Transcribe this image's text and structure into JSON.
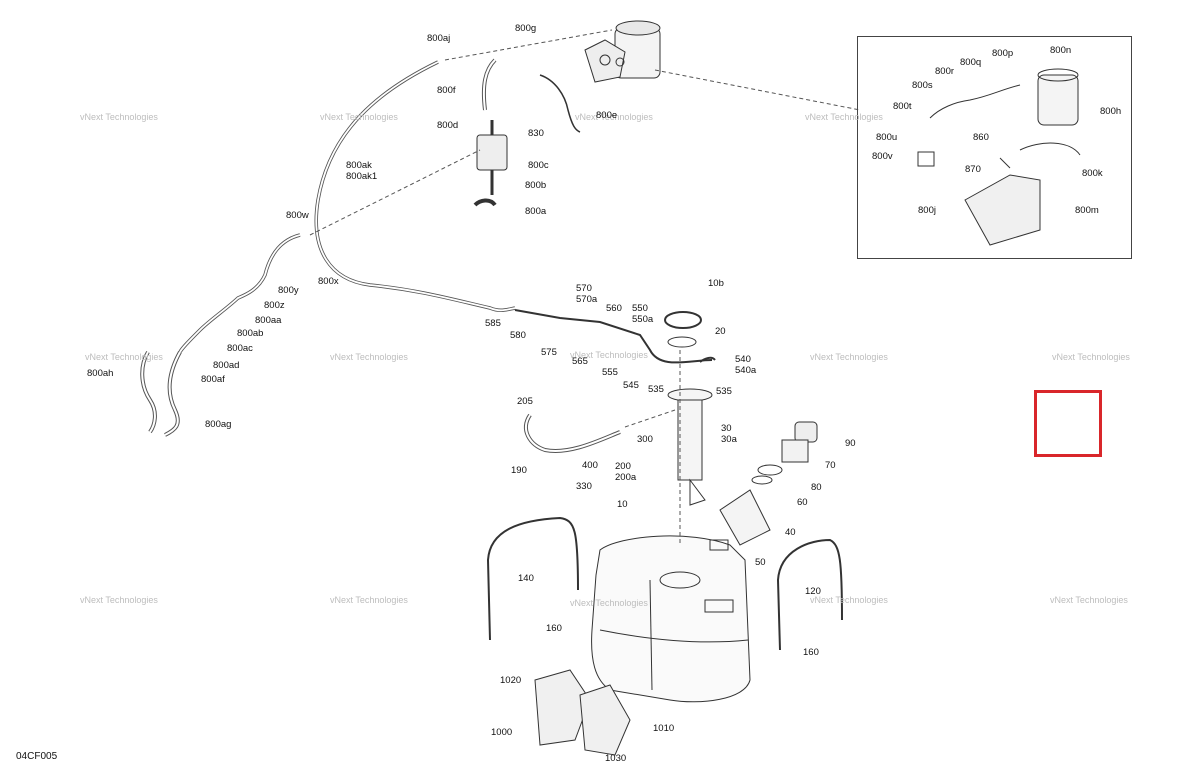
{
  "diagram_code": "04CF005",
  "watermark": {
    "line1": "vNext Technologies",
    "line2": "vNext Technologies"
  },
  "callouts": {
    "c800aj": "800aj",
    "c800g": "800g",
    "c800f": "800f",
    "c800d": "800d",
    "c830": "830",
    "c800e": "800e",
    "c800c": "800c",
    "c800b": "800b",
    "c800a": "800a",
    "c800ak": "800ak",
    "c800ak1": "800ak1",
    "c800w": "800w",
    "c800x": "800x",
    "c800y": "800y",
    "c800z": "800z",
    "c800aa": "800aa",
    "c800ab": "800ab",
    "c800ac": "800ac",
    "c800ad": "800ad",
    "c800af": "800af",
    "c800ah": "800ah",
    "c800ag": "800ag",
    "c800n": "800n",
    "c800p": "800p",
    "c800q": "800q",
    "c800r": "800r",
    "c800s": "800s",
    "c800t": "800t",
    "c800h": "800h",
    "c800u": "800u",
    "c800v": "800v",
    "c860": "860",
    "c870": "870",
    "c800k": "800k",
    "c800j": "800j",
    "c800m": "800m",
    "c570": "570",
    "c570a": "570a",
    "c560": "560",
    "c550": "550",
    "c550a": "550a",
    "c585": "585",
    "c580": "580",
    "c575": "575",
    "c565": "565",
    "c555": "555",
    "c545": "545",
    "c535a": "535",
    "c535b": "535",
    "c540": "540",
    "c540a": "540a",
    "c10b": "10b",
    "c20": "20",
    "c205": "205",
    "c300": "300",
    "c30": "30",
    "c30a": "30a",
    "c90": "90",
    "c70": "70",
    "c80": "80",
    "c60": "60",
    "c40": "40",
    "c50": "50",
    "c190": "190",
    "c400": "400",
    "c200": "200",
    "c200a": "200a",
    "c330": "330",
    "c10": "10",
    "c140": "140",
    "c160a": "160",
    "c120": "120",
    "c160b": "160",
    "c1020": "1020",
    "c1000": "1000",
    "c1010": "1010",
    "c1030": "1030"
  }
}
